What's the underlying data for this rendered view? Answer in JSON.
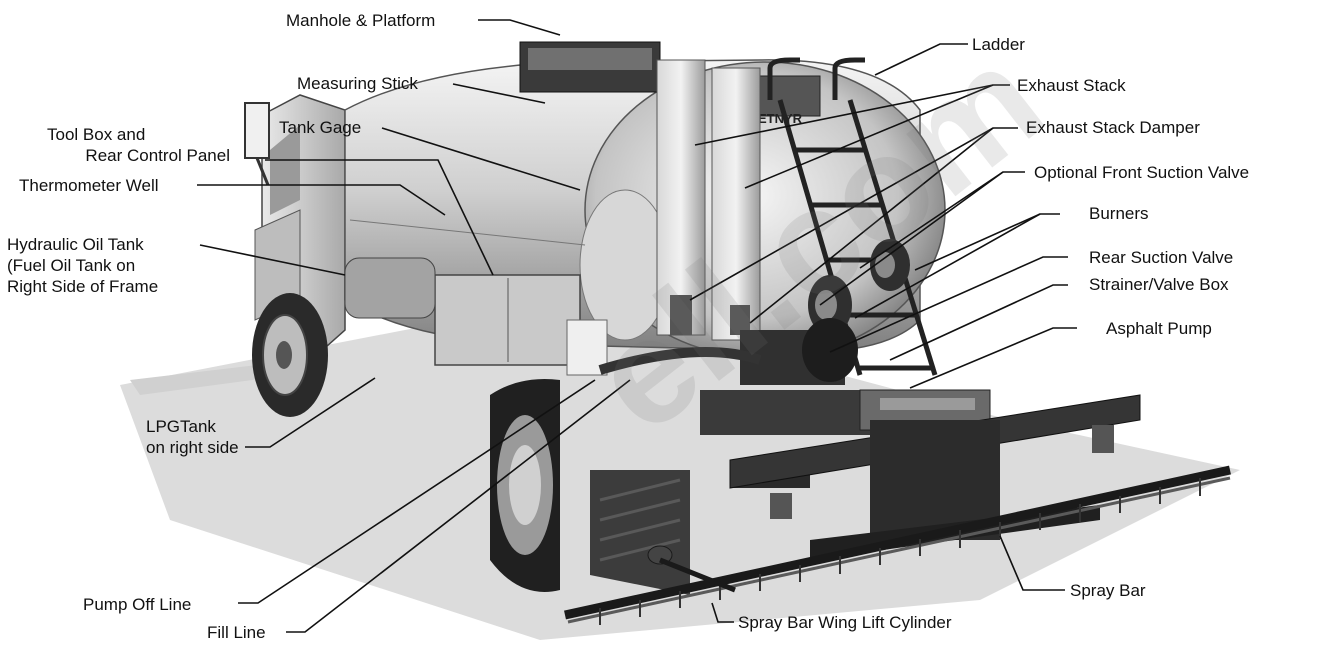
{
  "labels": {
    "manhole": "Manhole & Platform",
    "ladder": "Ladder",
    "measuring_stick": "Measuring Stick",
    "exhaust_stack": "Exhaust Stack",
    "tool_box_1": "Tool Box and",
    "tool_box_2": "Rear Control Panel",
    "tank_gage": "Tank Gage",
    "exhaust_damper": "Exhaust Stack Damper",
    "thermometer": "Thermometer Well",
    "front_suction": "Optional Front Suction Valve",
    "hydraulic_1": "Hydraulic Oil Tank",
    "hydraulic_2": "(Fuel Oil Tank on",
    "hydraulic_3": "Right Side of Frame",
    "burners": "Burners",
    "rear_suction": "Rear Suction Valve",
    "strainer": "Strainer/Valve Box",
    "asphalt_pump": "Asphalt Pump",
    "lpg_1": "LPGTank",
    "lpg_2": "on right side",
    "spray_bar": "Spray Bar",
    "pump_off": "Pump Off Line",
    "wing_lift": "Spray Bar Wing Lift Cylinder",
    "fill_line": "Fill Line"
  },
  "tank_plate": "ETNYR",
  "watermark": "ell.com",
  "colors": {
    "ink": "#111111",
    "tank_light": "#e6e6e6",
    "tank_dark": "#8c8c8c",
    "steel_dark": "#2e2e2e",
    "shadow": "#d9d9d9"
  }
}
